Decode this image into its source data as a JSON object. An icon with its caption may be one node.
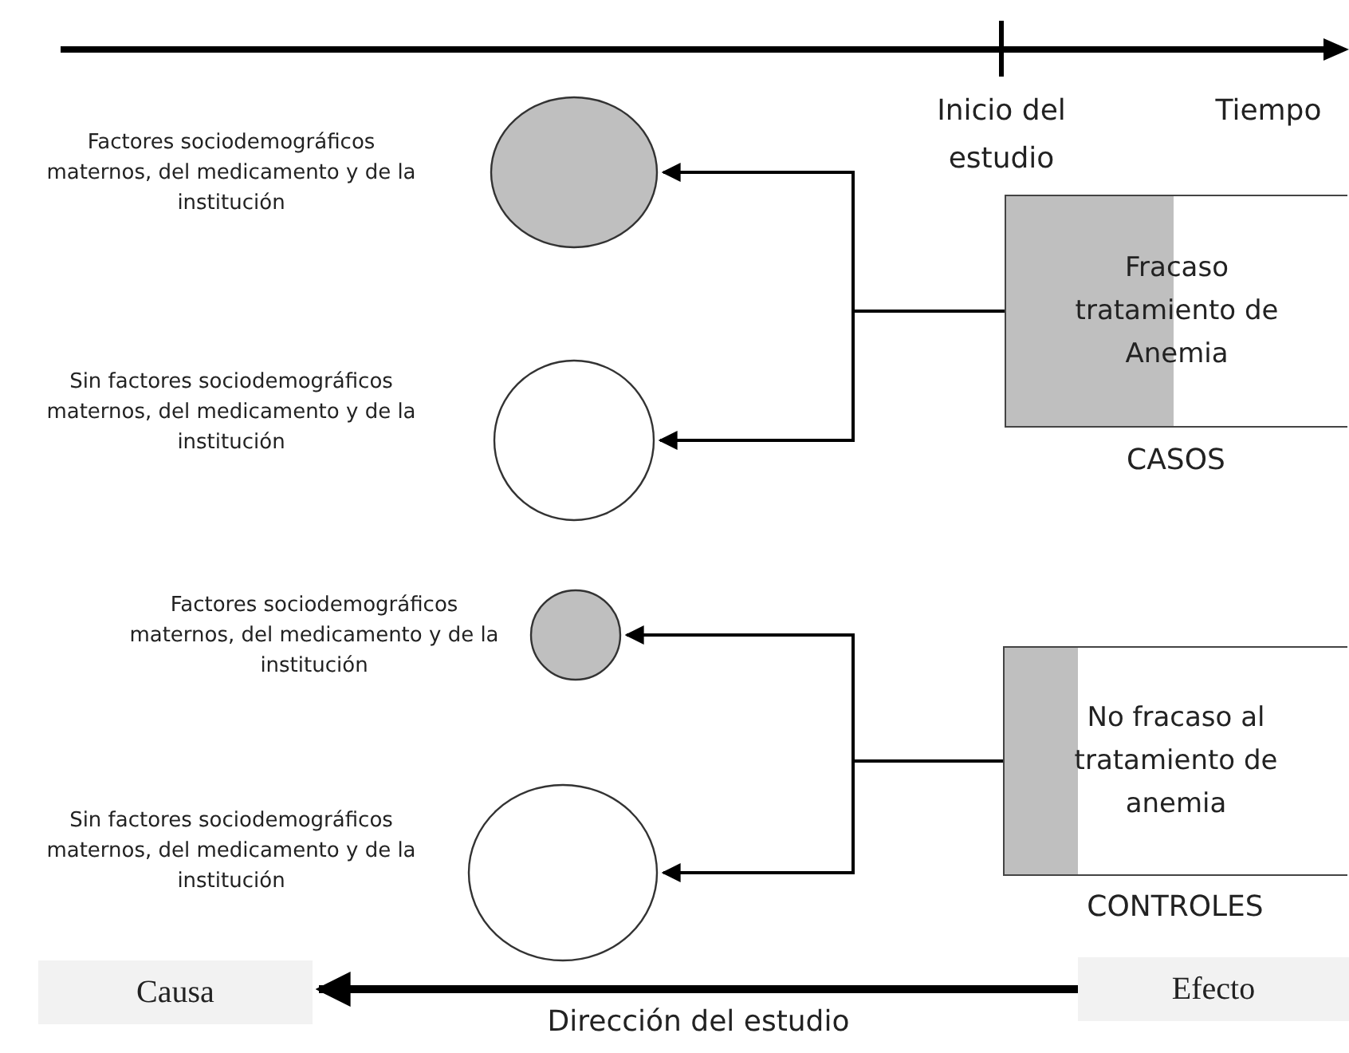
{
  "diagram": {
    "nodes": [
      {
        "text": [],
        "shape": "circle",
        "beside": [
          "Factores sociodemográficos maternos, del medicamento y de la institución"
        ]
      },
      {
        "text": [],
        "shape": "circle",
        "beside": [
          "Sin factores sociodemográficos maternos, del medicamento y de la institución"
        ]
      },
      {
        "text": [],
        "shape": "circle",
        "beside": [
          "Factores sociodemográficos maternos, del medicamento y de la institución"
        ]
      },
      {
        "text": [],
        "shape": "circle",
        "beside": [
          "Sin factores sociodemográficos maternos, del medicamento y de la institución"
        ]
      },
      {
        "text": [
          "Fracaso tratamiento de Anemia"
        ],
        "beside": [
          "CASOS"
        ]
      },
      {
        "text": [
          "No fracaso al tratamiento de anemia"
        ],
        "beside": [
          "CONTROLES"
        ]
      },
      {
        "text": [
          "Causa"
        ]
      },
      {
        "text": [
          "Efecto"
        ]
      }
    ],
    "edges": [
      {
        "from": 4,
        "to": 0,
        "arrow": "to"
      },
      {
        "from": 4,
        "to": 1,
        "arrow": "to"
      },
      {
        "from": 5,
        "to": 2,
        "arrow": "to"
      },
      {
        "from": 5,
        "to": 3,
        "arrow": "to"
      },
      {
        "from": 7,
        "to": 6,
        "arrow": "to",
        "label": "Dirección del estudio",
        "style": "thick"
      }
    ],
    "labels": [
      "Inicio del estudio",
      "Tiempo"
    ]
  }
}
